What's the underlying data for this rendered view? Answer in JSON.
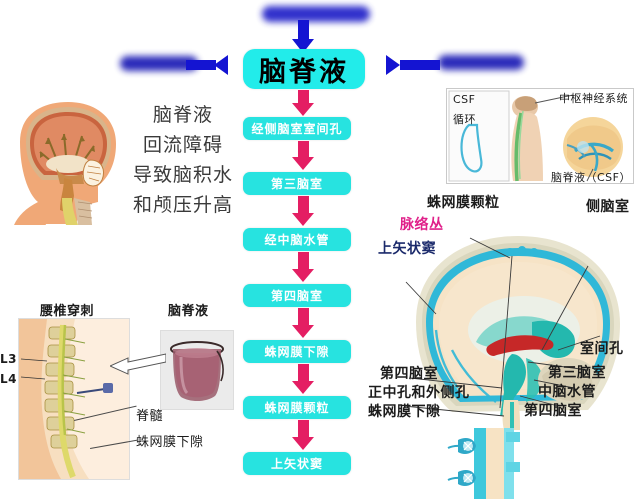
{
  "flow": {
    "main_label": "脑脊液",
    "steps": [
      "经侧脑室室间孔",
      "第三脑室",
      "经中脑水管",
      "第四脑室",
      "蛛网膜下隙",
      "蛛网膜颗粒",
      "上矢状窦"
    ]
  },
  "left_text": {
    "line1": "脑脊液",
    "line2": "回流障碍",
    "line3": "导致脑积水",
    "line4": "和颅压升高"
  },
  "left_figures": {
    "head_caption": "",
    "lumbar_title": "腰椎穿刺",
    "beaker_title": "脑脊液",
    "vertebra_l3": "L3",
    "vertebra_l4": "L4",
    "label_spinal_cord": "脊髓",
    "label_subarachnoid": "蛛网膜下隙"
  },
  "inset_csf": {
    "title_line1": "CSF",
    "title_line2": "循环",
    "label_cns": "中枢神经系统",
    "label_csf": "脑脊液（CSF）"
  },
  "brain_labels": {
    "arachnoid_granulation": "蛛网膜颗粒",
    "choroid_plexus": "脉络丛",
    "superior_sagittal_sinus": "上矢状窦",
    "lateral_ventricle": "侧脑室",
    "interventricular_foramen": "室间孔",
    "third_ventricle": "第三脑室",
    "cerebral_aqueduct": "中脑水管",
    "fourth_ventricle_right": "第四脑室",
    "fourth_ventricle_left": "第四脑室",
    "median_lateral_apertures": "正中孔和外侧孔",
    "subarachnoid_space": "蛛网膜下隙"
  },
  "colors": {
    "box_cyan": "#27e3e0",
    "arrow_crimson": "#e41e63",
    "arrow_blue": "#1414d2",
    "choroid_pink": "#e0218a",
    "sinus_navy": "#1b2a6b",
    "background": "#ffffff"
  }
}
